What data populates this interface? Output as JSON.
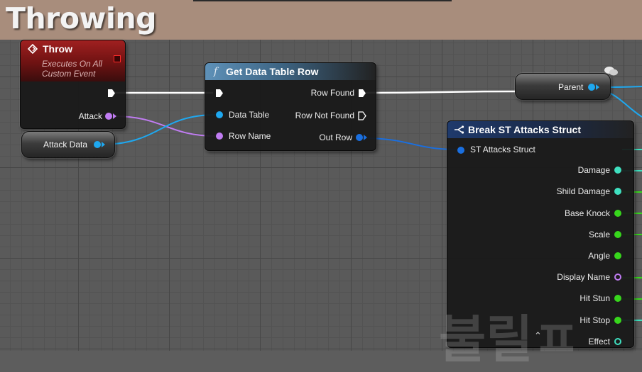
{
  "comment": {
    "title": "Throwing"
  },
  "throw_node": {
    "title": "Throw",
    "subtitle_line1": "Executes On All",
    "subtitle_line2": "Custom Event",
    "attack_label": "Attack"
  },
  "attack_data_node": {
    "label": "Attack Data"
  },
  "get_data_table_row": {
    "title": "Get Data Table Row",
    "icon": "f",
    "data_table_label": "Data Table",
    "row_name_label": "Row Name",
    "row_found_label": "Row Found",
    "row_not_found_label": "Row Not Found",
    "out_row_label": "Out Row"
  },
  "parent_node": {
    "label": "Parent"
  },
  "break_struct": {
    "title": "Break ST Attacks Struct",
    "input_label": "ST Attacks Struct",
    "outputs": [
      {
        "label": "Damage",
        "color": "#3fe0c0",
        "filled": true
      },
      {
        "label": "Shild Damage",
        "color": "#3fe0c0",
        "filled": true
      },
      {
        "label": "Base Knock",
        "color": "#37d61c",
        "filled": true
      },
      {
        "label": "Scale",
        "color": "#37d61c",
        "filled": true
      },
      {
        "label": "Angle",
        "color": "#37d61c",
        "filled": true
      },
      {
        "label": "Display Name",
        "color": "#c07cf2",
        "filled": false
      },
      {
        "label": "Hit Stun",
        "color": "#37d61c",
        "filled": true
      },
      {
        "label": "Hit Stop",
        "color": "#37d61c",
        "filled": true
      },
      {
        "label": "Effect",
        "color": "#3fe0c0",
        "filled": false
      }
    ]
  },
  "colors": {
    "struct_pin": "#1a6fe0",
    "object_pin": "#1ea8f0",
    "name_pin": "#c07cf2",
    "exec_pin": "#ffffff",
    "float_pin": "#37d61c",
    "int_pin": "#3fe0c0"
  },
  "icons": [
    "event-diamond-icon",
    "function-icon",
    "break-struct-icon",
    "stop-icon",
    "comment-bubble-icon",
    "expand-arrow-icon"
  ]
}
